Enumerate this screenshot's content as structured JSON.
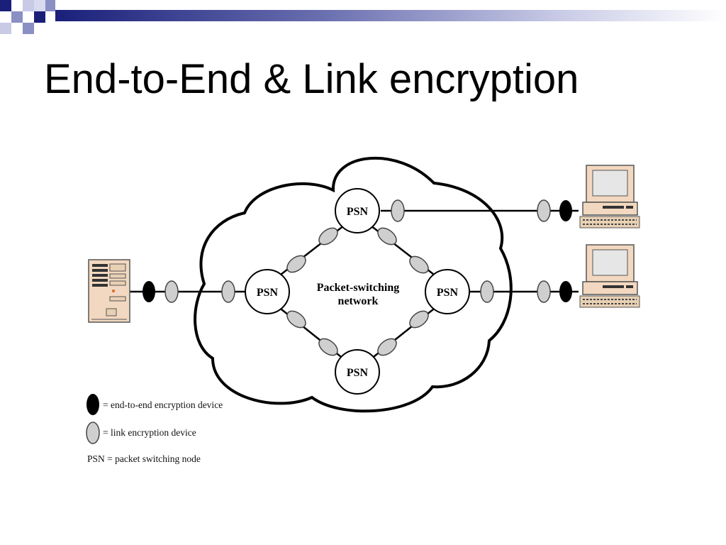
{
  "slide": {
    "title": "End-to-End & Link encryption"
  },
  "diagram": {
    "network_label": [
      "Packet-switching",
      "network"
    ],
    "nodes": {
      "top": "PSN",
      "left": "PSN",
      "right": "PSN",
      "bottom": "PSN"
    },
    "legend": {
      "end_to_end": "= end-to-end encryption device",
      "link": "= link encryption device",
      "psn": "PSN = packet switching node"
    }
  },
  "colors": {
    "title_bar_dark": "#1a1f7a",
    "title_bar_light": "#8a8fc4",
    "link_device": "#cfcfcf",
    "end_to_end_device": "#000000",
    "computer_body": "#f2d8c0"
  }
}
